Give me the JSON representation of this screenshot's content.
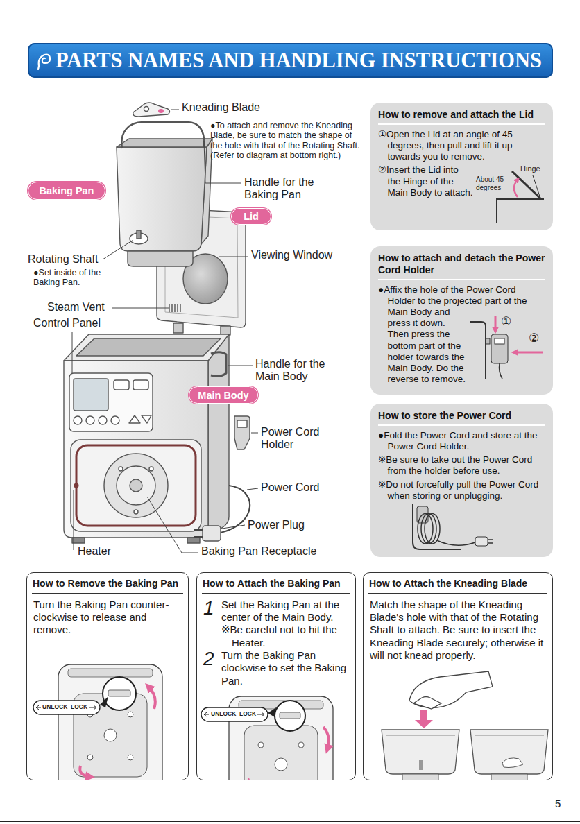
{
  "diagram": {
    "title": "PARTS NAMES AND HANDLING INSTRUCTIONS",
    "nodes": [
      {
        "text": [
          "How to remove and attach the Lid",
          "①Open the Lid at an angle of 45 degrees, then pull and lift it up towards you to remove.",
          "②Insert the Lid into the Hinge of the Main Body to attach."
        ]
      },
      {
        "text": [
          "Baking Pan"
        ]
      },
      {
        "text": [
          "Lid"
        ]
      },
      {
        "text": [
          "How to attach and detach the Power Cord Holder",
          "●Affix the hole of the Power Cord Holder to the projected part of the Main Body and press it down. Then press the bottom part of the holder towards the Main Body. Do the reverse to remove."
        ]
      },
      {
        "text": [
          "Main Body"
        ]
      },
      {
        "text": [
          "How to store the Power Cord",
          "●Fold the Power Cord and store at the Power Cord Holder.",
          "※Be sure to take out the Power Cord from the holder before use.",
          "※Do not forcefully pull the Power Cord when storing or unplugging."
        ]
      },
      {
        "text": [
          "How to Remove the Baking Pan",
          "Turn the Baking Pan counter-clockwise to release and remove."
        ]
      },
      {
        "text": [
          "How to Attach the Baking Pan",
          "1",
          "Set the Baking Pan at the center of the Main Body.",
          "※Be careful not to hit the Heater.",
          "2",
          "Turn the Baking Pan clockwise to set the Baking Pan."
        ]
      },
      {
        "text": [
          "How to Attach the Kneading Blade",
          "Match the shape of the Kneading Blade's hole with that of the Rotating Shaft to attach. Be sure to insert the Kneading Blade securely; otherwise it will not knead properly."
        ]
      }
    ],
    "labels": [
      "Kneading Blade",
      "●To attach and remove the Kneading Blade, be sure to match the shape of the hole with that of the Rotating Shaft. (Refer to diagram at bottom right.)",
      "Handle for the Baking Pan",
      "Viewing Window",
      "Rotating Shaft",
      "●Set inside of the Baking Pan.",
      "Steam Vent",
      "Control Panel",
      "Handle for the Main Body",
      "Power Cord Holder",
      "Power Cord",
      "Power Plug",
      "Heater",
      "Baking Pan Receptacle",
      "Hinge",
      "About 45 degrees",
      "①",
      "②",
      "UNLOCK",
      "LOCK",
      "UNLOCK",
      "LOCK",
      "5"
    ]
  }
}
